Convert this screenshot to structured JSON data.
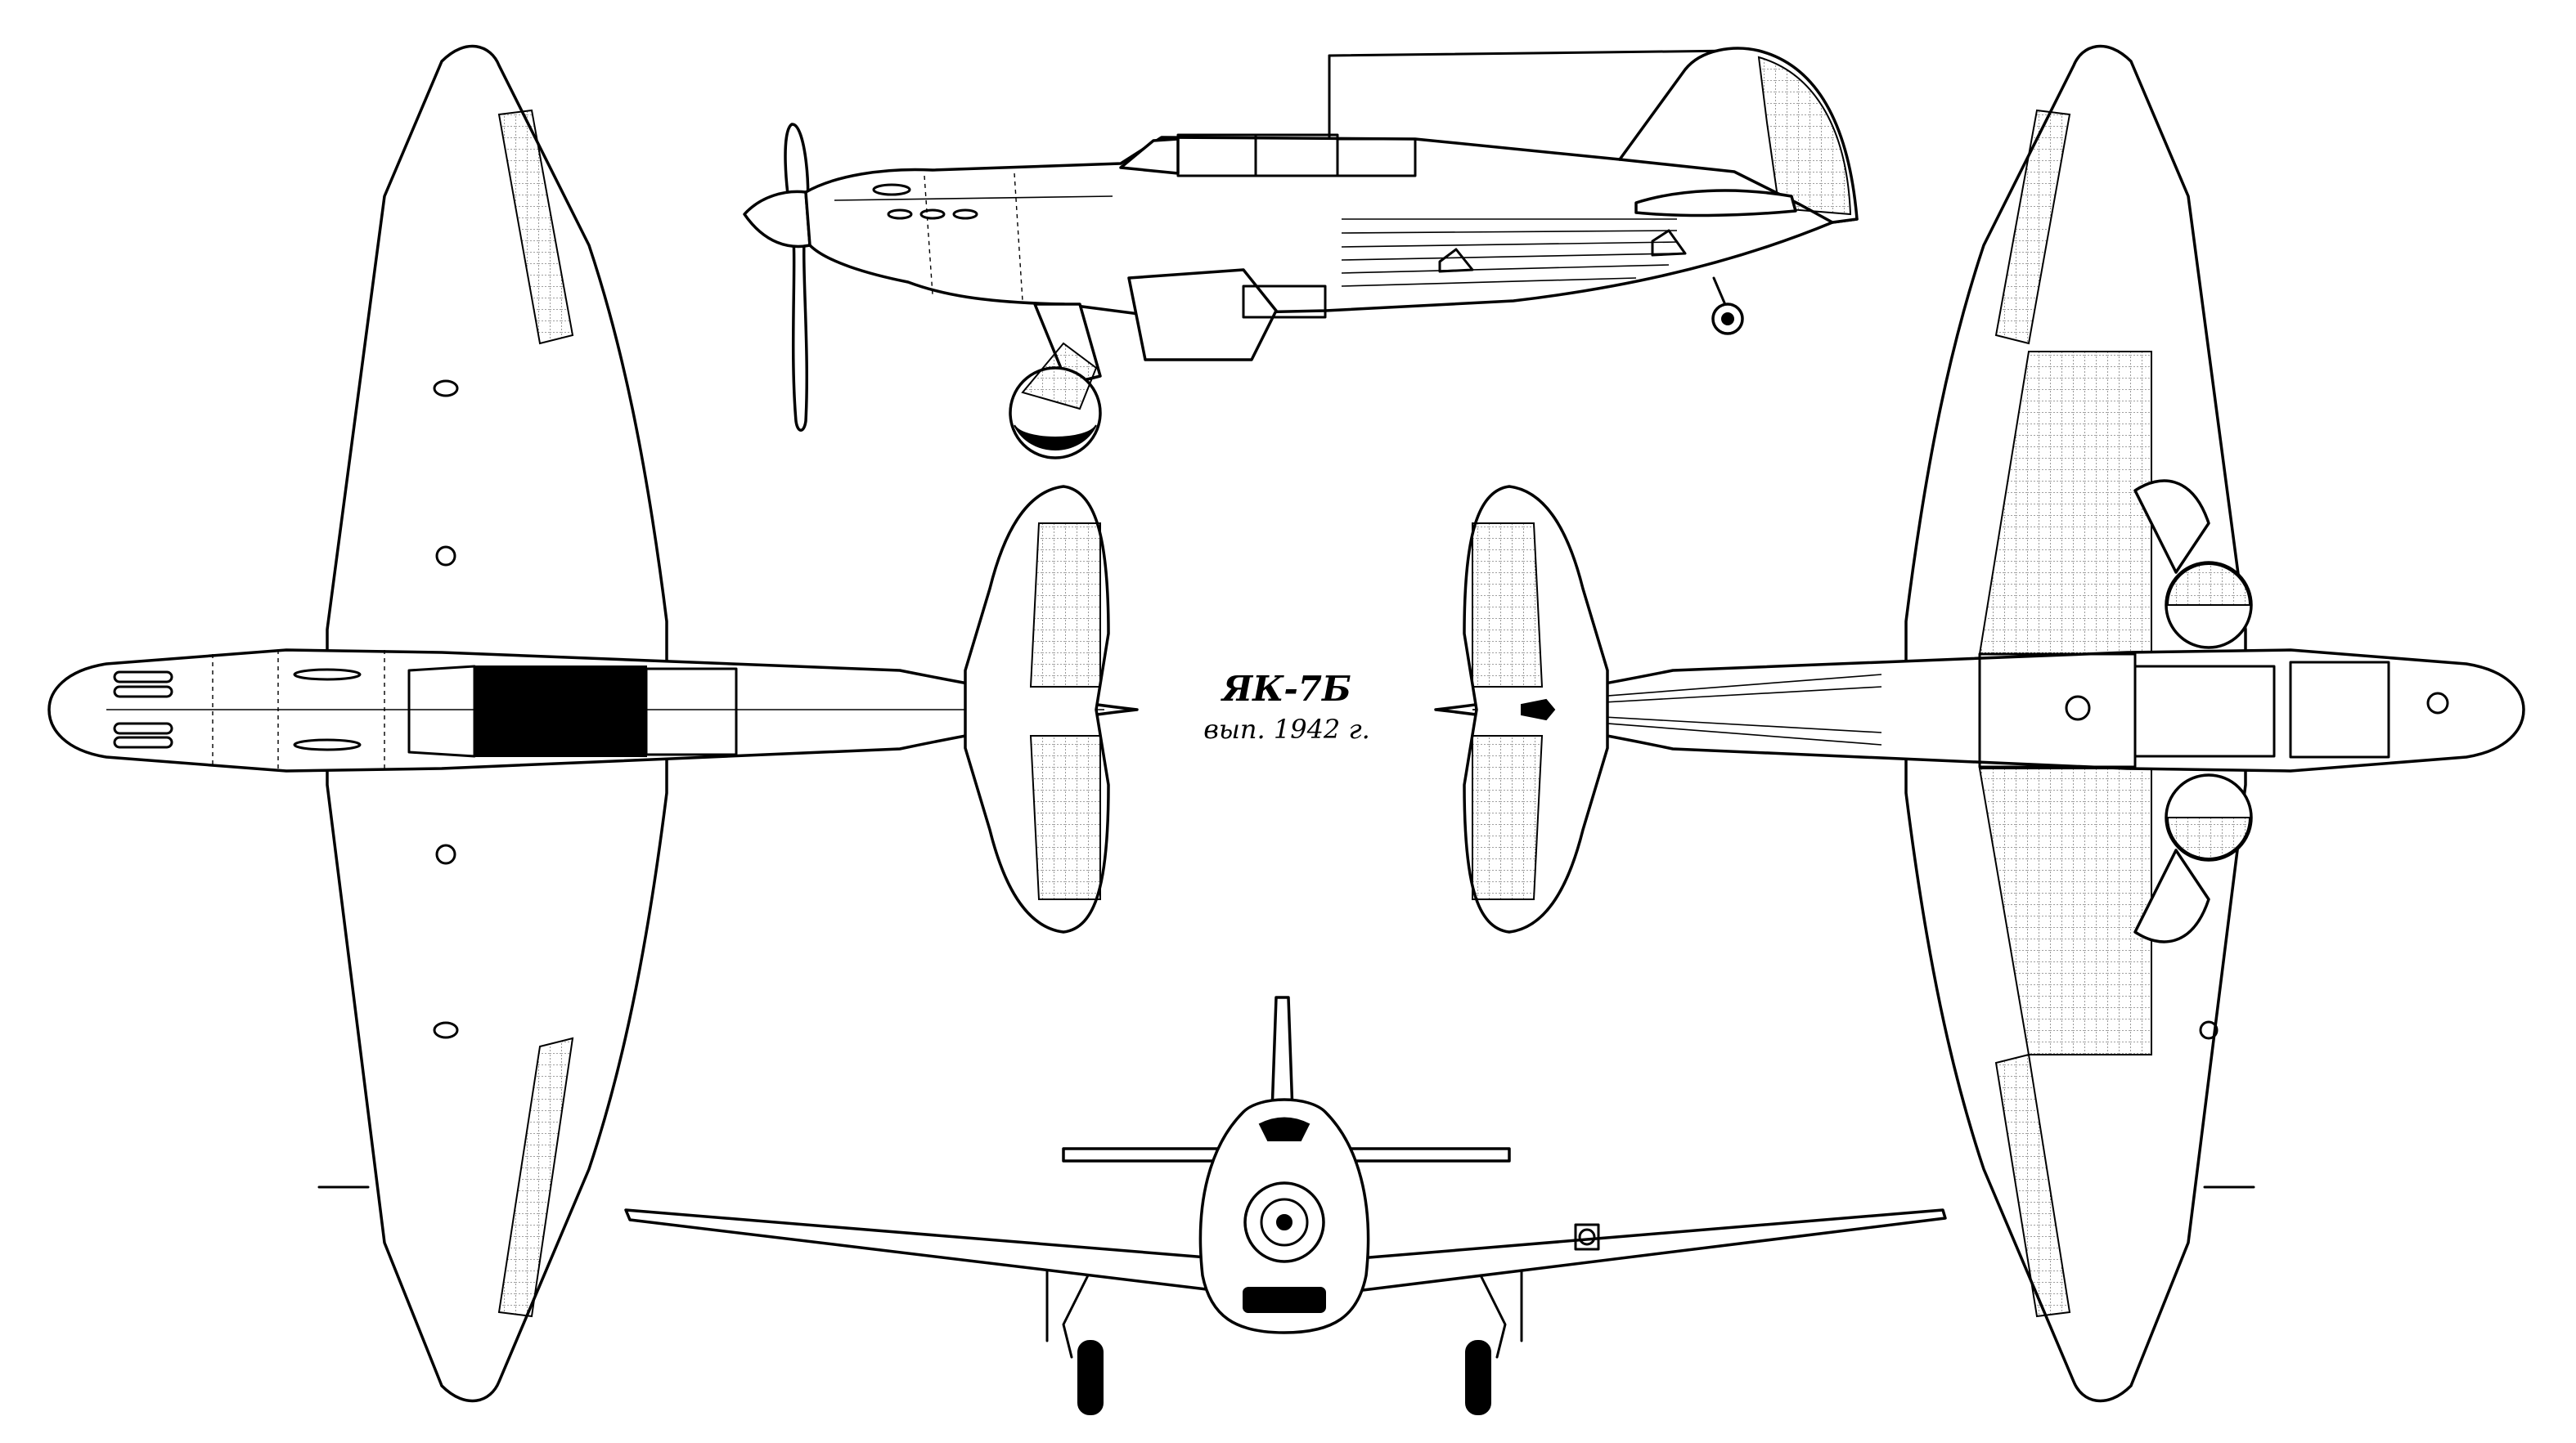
{
  "caption": {
    "title": "ЯК-7Б",
    "subtitle": "вып. 1942 г."
  },
  "views": [
    "side-view",
    "top-view",
    "bottom-view",
    "front-view"
  ],
  "colors": {
    "ink": "#000000",
    "paper": "#ffffff"
  }
}
